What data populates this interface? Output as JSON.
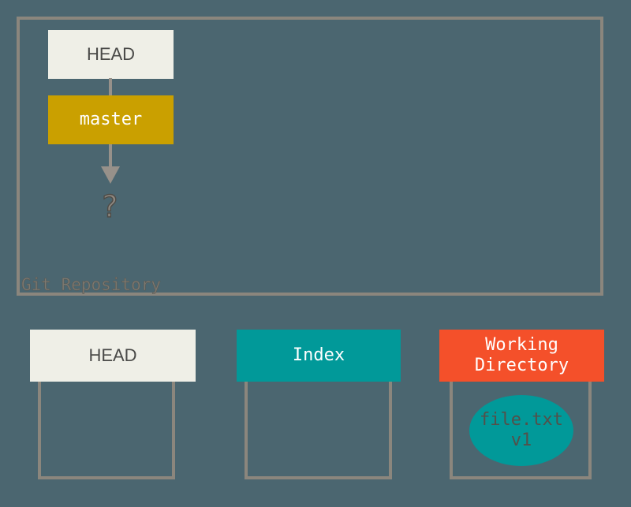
{
  "diagram": {
    "title": "Git staging areas diagram",
    "background_color": "#4b6670",
    "border_color": "#8b867d"
  },
  "repository": {
    "label": "Git Repository",
    "head_box": {
      "label": "HEAD",
      "fill": "#efefe7",
      "text_color": "#4a4a48"
    },
    "branch_box": {
      "label": "master",
      "fill": "#caa000",
      "text_color": "#ffffff"
    },
    "commit_placeholder": {
      "label": "?",
      "text_color": "#8e8880"
    },
    "connectors": [
      {
        "from": "HEAD",
        "to": "master",
        "arrow": false
      },
      {
        "from": "master",
        "to": "?",
        "arrow": true
      }
    ]
  },
  "areas": [
    {
      "id": "head",
      "label": "HEAD",
      "fill": "#efefe7",
      "text_color": "#4a4a48",
      "contents": []
    },
    {
      "id": "index",
      "label": "Index",
      "fill": "#019999",
      "text_color": "#ffffff",
      "contents": []
    },
    {
      "id": "working-directory",
      "label_line1": "Working",
      "label_line2": "Directory",
      "fill": "#f4502a",
      "text_color": "#ffffff",
      "contents": [
        {
          "name_line1": "file.txt",
          "name_line2": "v1",
          "fill": "#019999",
          "text_color": "#53504a"
        }
      ]
    }
  ]
}
